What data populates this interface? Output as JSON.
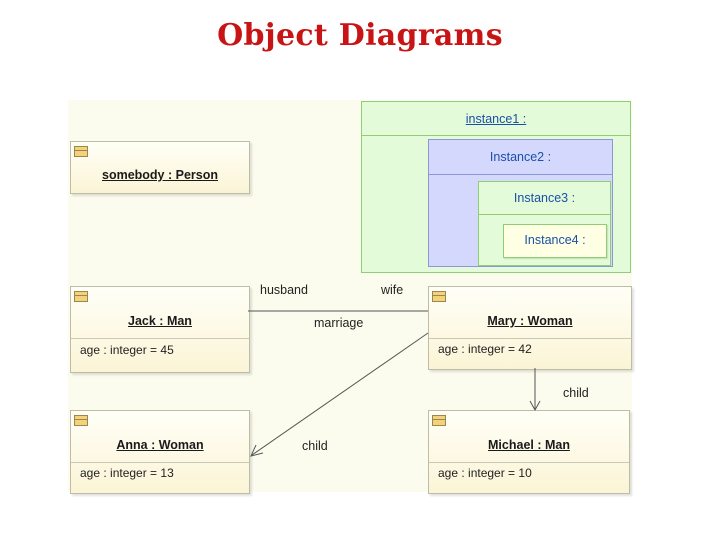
{
  "slide_title": "Object Diagrams",
  "instances": {
    "instance1": "instance1 :",
    "instance2": "Instance2 :",
    "instance3": "Instance3 :",
    "instance4": "Instance4 :"
  },
  "objects": {
    "somebody": {
      "name": "somebody : Person"
    },
    "jack": {
      "name": "Jack : Man",
      "attr": "age : integer = 45"
    },
    "mary": {
      "name": "Mary : Woman",
      "attr": "age : integer = 42"
    },
    "anna": {
      "name": "Anna : Woman",
      "attr": "age : integer = 13"
    },
    "michael": {
      "name": "Michael : Man",
      "attr": "age : integer = 10"
    }
  },
  "associations": {
    "husband": "husband",
    "wife": "wife",
    "marriage": "marriage",
    "child_right": "child",
    "child_left": "child"
  },
  "colors": {
    "title": "#c81414",
    "instance_text": "#1c4fa8",
    "instance1_fill": "#e3fbd8",
    "instance2_fill": "#d4d8fd",
    "instance3_fill": "#e3fbd8",
    "instance4_fill": "#ffffe4"
  }
}
